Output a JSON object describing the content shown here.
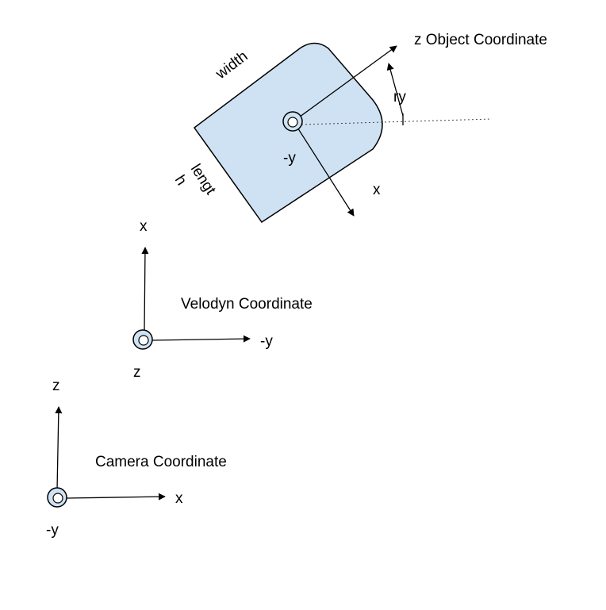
{
  "labels": {
    "object_title": "z Object Coordinate",
    "object_width": "width",
    "object_length_a": "lengt",
    "object_length_b": "h",
    "object_x": "x",
    "object_neg_y": "-y",
    "object_ry": "ry",
    "velodyne_title": "Velodyn Coordinate",
    "velodyne_x": "x",
    "velodyne_neg_y": "-y",
    "velodyne_z": "z",
    "camera_title": "Camera Coordinate",
    "camera_z": "z",
    "camera_x": "x",
    "camera_neg_y": "-y"
  },
  "colors": {
    "box_fill": "#cfe2f3",
    "stroke": "#000000",
    "circle_fill": "#cfe2f3"
  }
}
